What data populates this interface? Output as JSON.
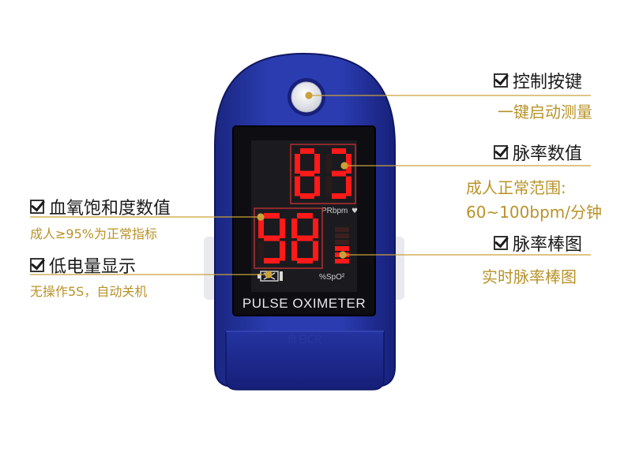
{
  "device": {
    "brand_text": "PULSE OXIMETER",
    "pr_unit": "PRbpm",
    "spo2_unit": "%SpO²",
    "pr_value": "83",
    "spo2_value": "98",
    "pulse_bar_level": 0.5
  },
  "annotations": {
    "button": {
      "title": "控制按键",
      "desc": "一键启动测量"
    },
    "pulse_rate": {
      "title": "脉率数值",
      "desc_line1": "成人正常范围:",
      "desc_line2": "60~100bpm/分钟"
    },
    "spo2": {
      "title": "血氧饱和度数值",
      "desc": "成人≥95%为正常指标"
    },
    "pulse_bar": {
      "title": "脉率棒图",
      "desc": "实时脉率棒图"
    },
    "battery": {
      "title": "低电量显示",
      "desc": "无操作5S，自动关机"
    }
  },
  "colors": {
    "device_blue": "#1e2f9a",
    "led_red": "#ff1a1a",
    "label_gold": "#b8932a",
    "leader_line": "#c9a23a"
  }
}
